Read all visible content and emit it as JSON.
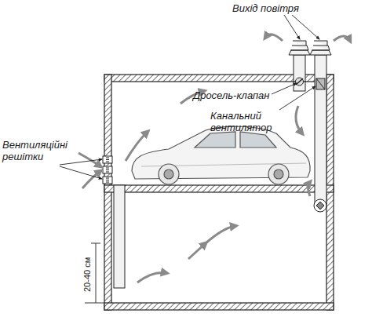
{
  "diagram": {
    "labels": [
      "Вихід повітря",
      "Дросель-клапан",
      "Канальний вентилятор",
      "Вентиляційні решітки",
      "20-40 см"
    ]
  }
}
